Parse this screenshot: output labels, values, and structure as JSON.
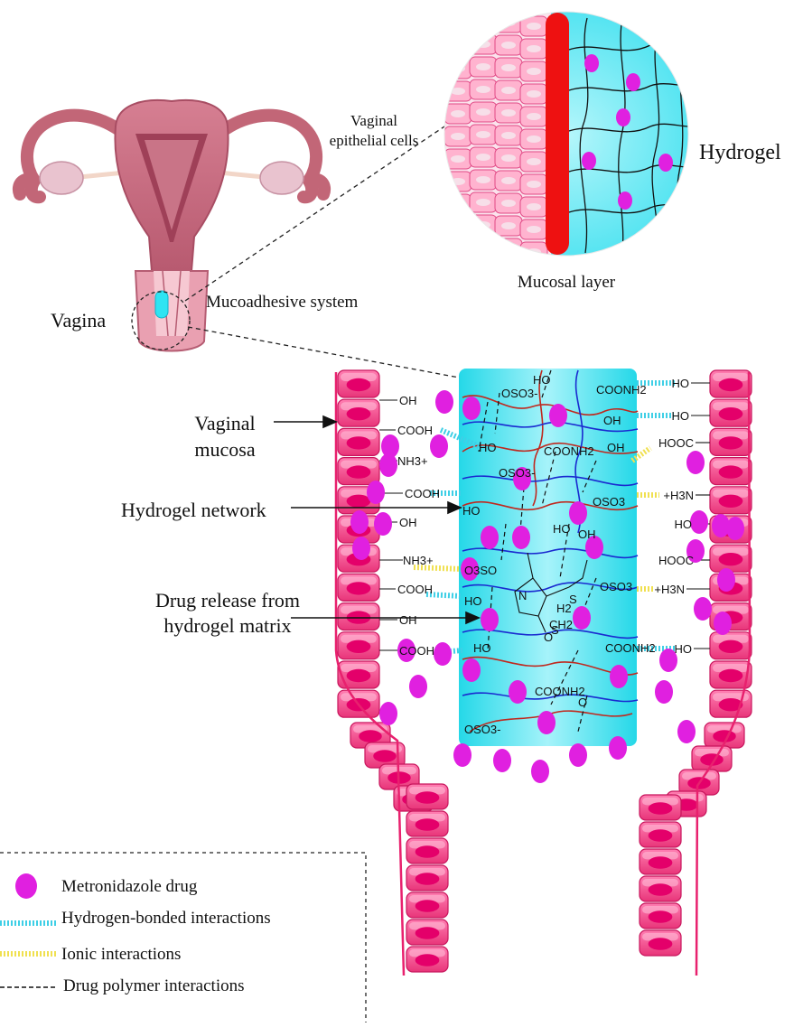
{
  "labels": {
    "hydrogel": "Hydrogel",
    "vaginal_epithelial_cells_line1": "Vaginal",
    "vaginal_epithelial_cells_line2": "epithelial cells",
    "mucosal_layer": "Mucosal layer",
    "vagina": "Vagina",
    "mucoadhesive_system": "Mucoadhesive system",
    "vaginal_mucosa_line1": "Vaginal",
    "vaginal_mucosa_line2": "mucosa",
    "hydrogel_network": "Hydrogel network",
    "drug_release_line1": "Drug release from",
    "drug_release_line2": "hydrogel matrix"
  },
  "chem": {
    "left": [
      "OH",
      "COOH",
      "NH3+",
      "COOH",
      "OH",
      "NH3+",
      "COOH",
      "OH",
      "COOH"
    ],
    "right": [
      "HO",
      "HO",
      "HOOC",
      "+H3N",
      "HO",
      "HOOC",
      "+H3N",
      "HO"
    ],
    "gel": [
      "HO",
      "OSO3-",
      "COONH2",
      "OH",
      "HO",
      "COONH2",
      "OH",
      "OSO3-",
      "HO",
      "OSO3",
      "HO",
      "OH",
      "O3SO",
      "N",
      "O",
      "CH2",
      "H2",
      "S",
      "S",
      "OSO3",
      "HO",
      "HO",
      "COONH2",
      "COONH2",
      "OSO3-",
      "O"
    ]
  },
  "legend": [
    {
      "key": "drug",
      "label": "Metronidazole drug"
    },
    {
      "key": "hbond",
      "label": "Hydrogen-bonded interactions"
    },
    {
      "key": "ionic",
      "label": "Ionic interactions"
    },
    {
      "key": "dashed",
      "label": "Drug polymer interactions"
    }
  ],
  "colors": {
    "drug": "#e020e0",
    "hydrogel": "#33e0ee",
    "cell": "#f04a8a",
    "cell_nucleus": "#e4006a",
    "mucosa_red": "#ee1111",
    "hbond": "#3ecfe6",
    "ionic": "#f0e050",
    "uterus": "#c96a7e"
  }
}
